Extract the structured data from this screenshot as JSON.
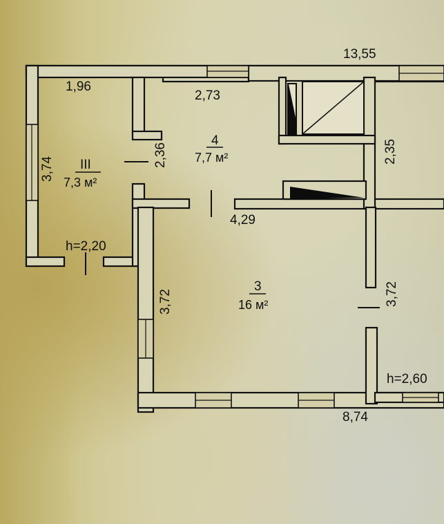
{
  "floor_plan": {
    "overall_width_dim": "13,55",
    "rooms": [
      {
        "number": "III",
        "area": "7,3 м²",
        "dims": {
          "top": "1,96",
          "left": "3,74",
          "right": "2,36"
        },
        "ceiling": "h=2,20"
      },
      {
        "number": "4",
        "area": "7,7 м²",
        "dims": {
          "top": "2,73",
          "bottom": "4,29"
        }
      },
      {
        "number": "3",
        "area": "16 м²",
        "dims": {
          "left": "3,72",
          "right": "3,72",
          "bottom": "8,74"
        },
        "ceiling": "h=2,60"
      }
    ],
    "adjacent_dims": {
      "vertical": "2,35"
    }
  }
}
